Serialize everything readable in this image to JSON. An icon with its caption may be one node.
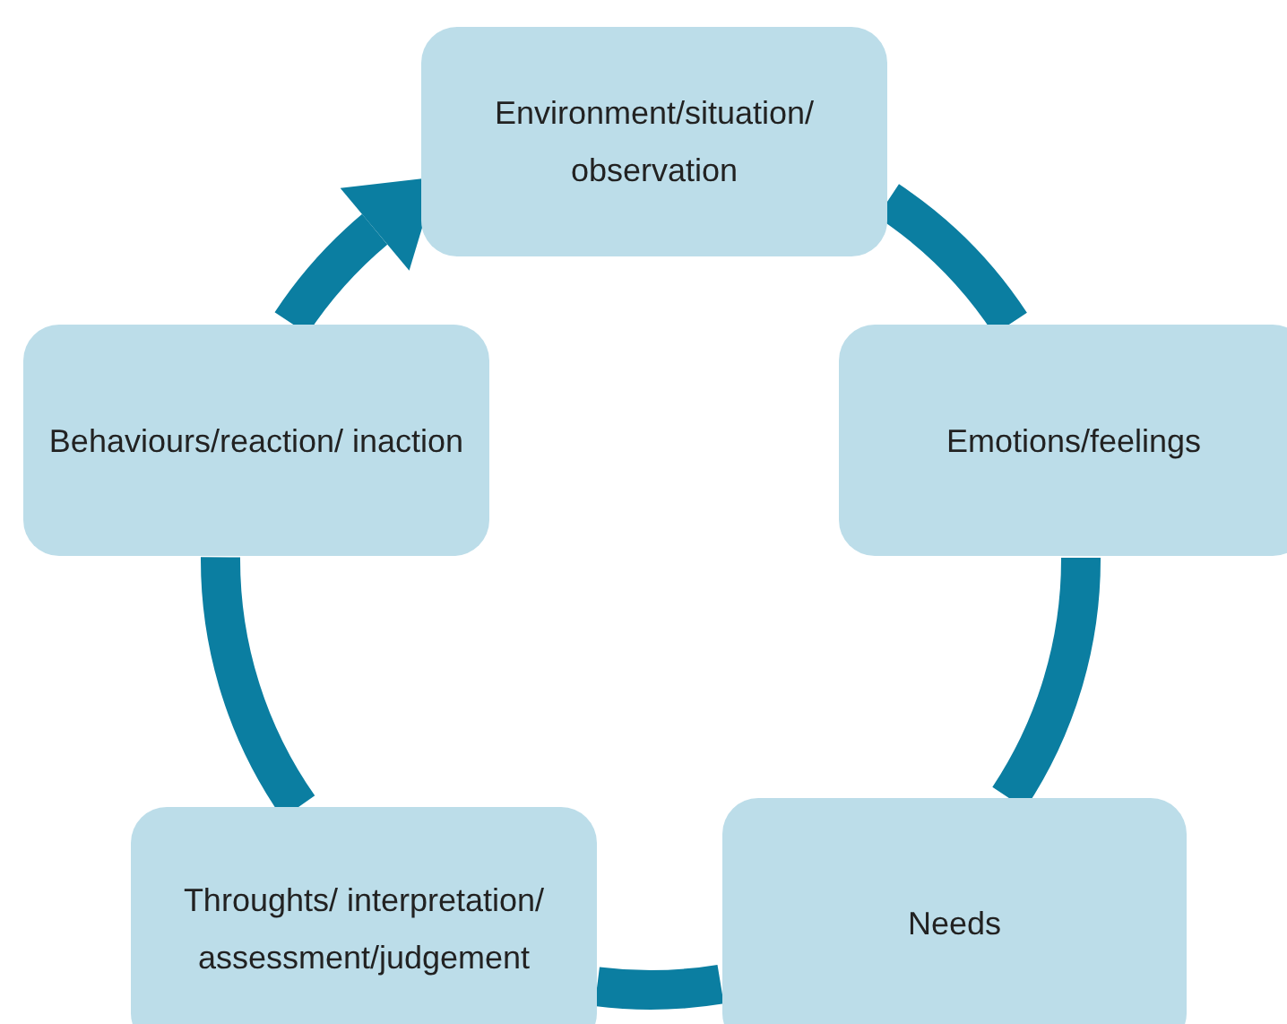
{
  "diagram": {
    "nodes": [
      {
        "text": [
          "Environment/situation/ observation"
        ]
      },
      {
        "text": [
          "Emotions/feelings"
        ]
      },
      {
        "text": [
          "Needs"
        ]
      },
      {
        "text": [
          "Throughts/ interpretation/ assessment/judgement"
        ]
      },
      {
        "text": [
          "Behaviours/reaction/ inaction"
        ]
      }
    ],
    "edges": [
      {
        "from": 0,
        "to": 1,
        "arrow": "none"
      },
      {
        "from": 1,
        "to": 2,
        "arrow": "none"
      },
      {
        "from": 2,
        "to": 3,
        "arrow": "none"
      },
      {
        "from": 3,
        "to": 4,
        "arrow": "none"
      },
      {
        "from": 4,
        "to": 0,
        "arrow": "to"
      }
    ]
  }
}
